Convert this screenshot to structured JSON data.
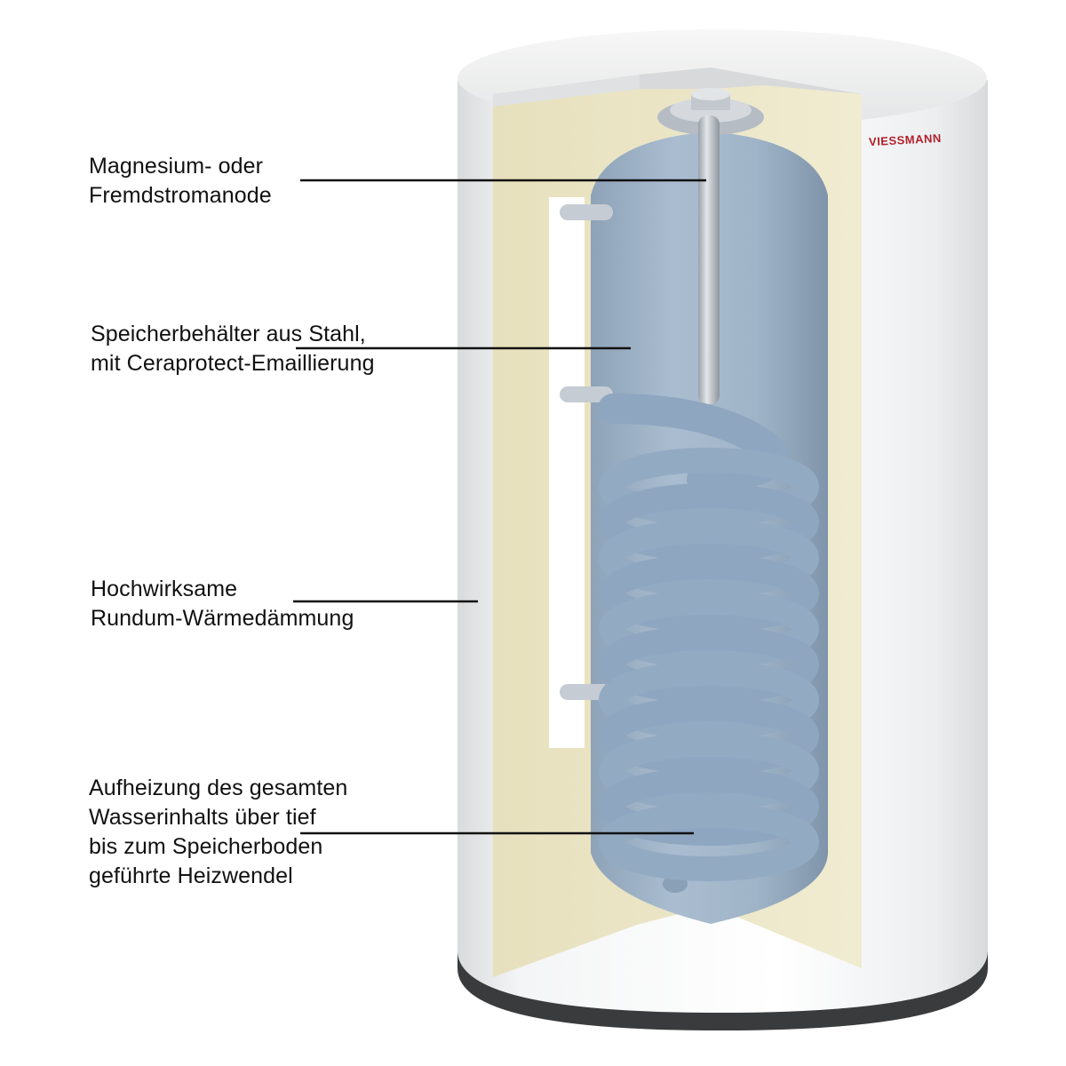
{
  "labels": {
    "anode": [
      "Magnesium- oder",
      "Fremdstromanode"
    ],
    "tank": [
      "Speicherbehälter aus Stahl,",
      "mit Ceraprotect-Emaillierung"
    ],
    "insulation": [
      "Hochwirksame",
      "Rundum-Wärmedämmung"
    ],
    "coil": [
      "Aufheizung des gesamten",
      "Wasserinhalts über tief",
      "bis zum Speicherboden",
      "geführte Heizwendel"
    ]
  },
  "brand": "VIESSMANN",
  "colors": {
    "casing": "#f2f3f4",
    "insulation": "#ede8c8",
    "tank": "#9eb2c6",
    "coil": "#8ea6c0",
    "anode": "#c9ced4",
    "brand_red": "#b0202a",
    "leader_line": "#111111"
  }
}
